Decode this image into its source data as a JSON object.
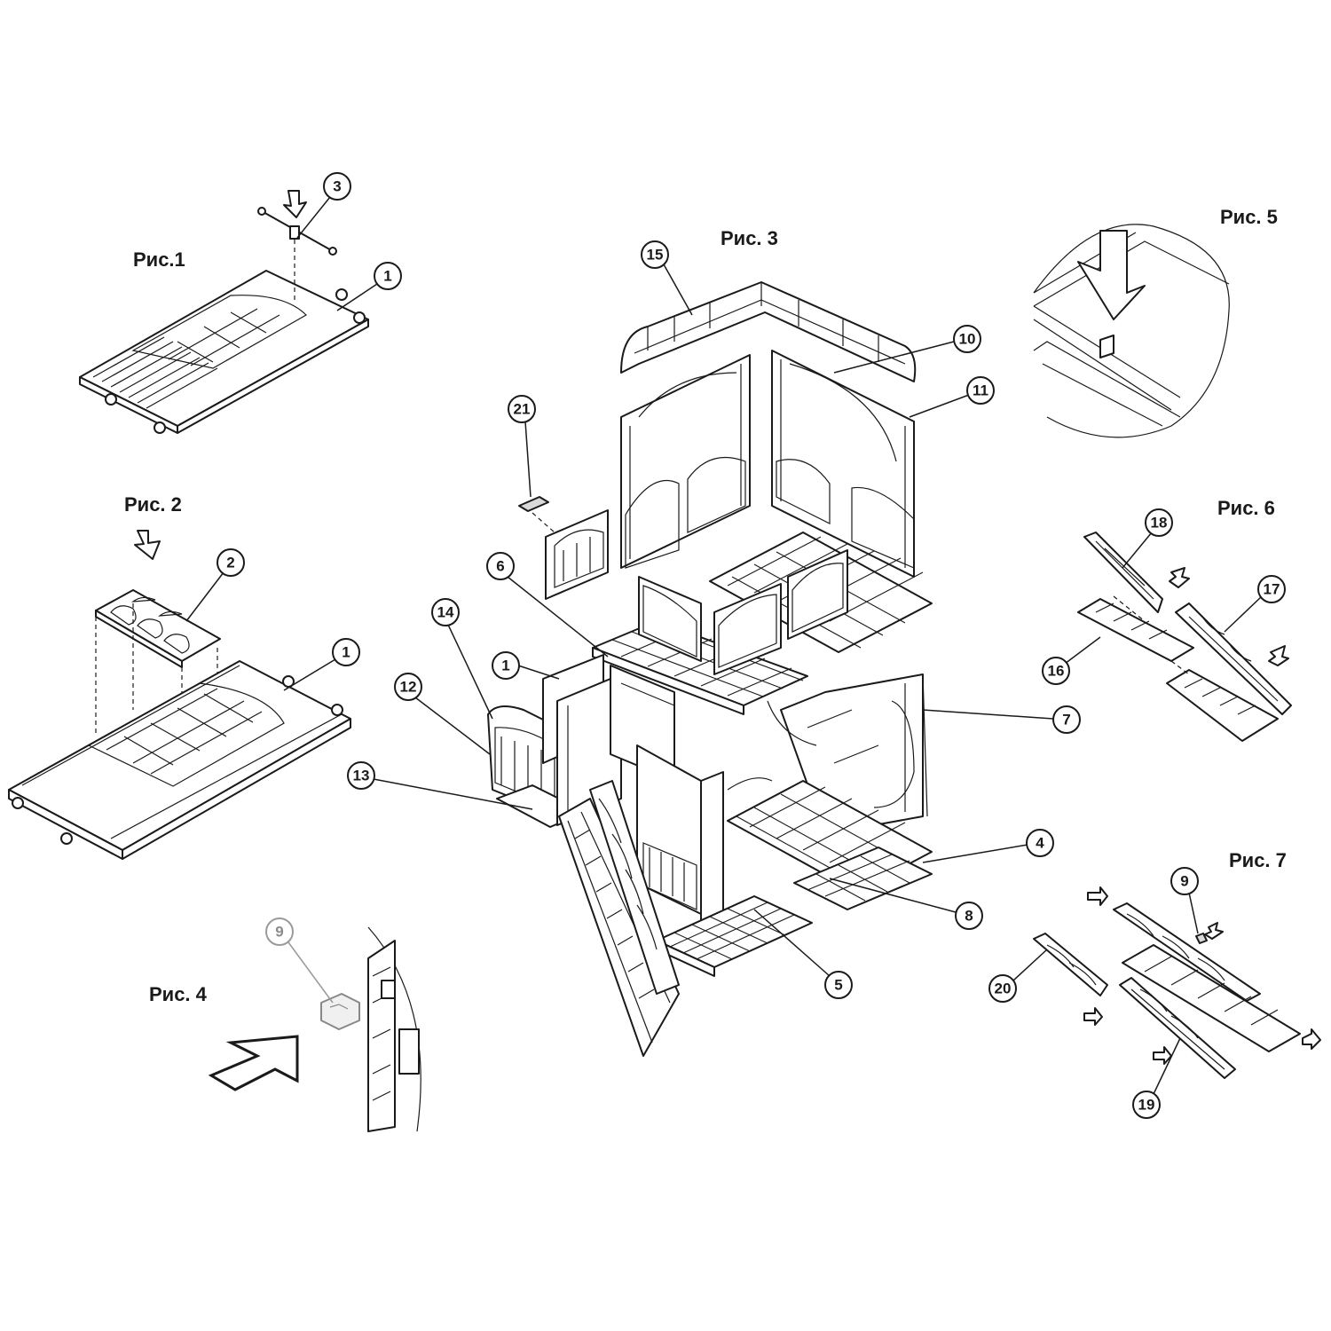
{
  "figures": {
    "fig1": "Рис.1",
    "fig2": "Рис. 2",
    "fig3": "Рис. 3",
    "fig4": "Рис. 4",
    "fig5": "Рис. 5",
    "fig6": "Рис. 6",
    "fig7": "Рис. 7"
  },
  "callouts": {
    "fig1_part3": "3",
    "fig1_part1": "1",
    "fig2_part2": "2",
    "fig2_part1": "1",
    "fig4_part9": "9",
    "fig3_part15": "15",
    "fig3_part10": "10",
    "fig3_part11": "11",
    "fig3_part21": "21",
    "fig3_part6": "6",
    "fig3_part14": "14",
    "fig3_part1": "1",
    "fig3_part12": "12",
    "fig3_part13": "13",
    "fig3_part7": "7",
    "fig3_part4": "4",
    "fig3_part8": "8",
    "fig3_part5": "5",
    "fig6_part18": "18",
    "fig6_part17": "17",
    "fig6_part16": "16",
    "fig7_part9": "9",
    "fig7_part20": "20",
    "fig7_part19": "19"
  },
  "colors": {
    "line": "#1a1a1a",
    "background": "#ffffff",
    "faded": "#9a9a9a"
  }
}
